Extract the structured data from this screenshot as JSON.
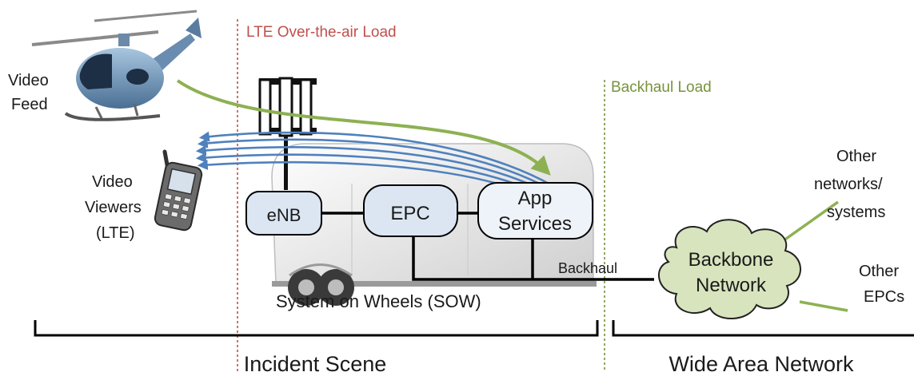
{
  "regions": {
    "lte_load": "LTE Over-the-air Load",
    "backhaul_load": "Backhaul Load",
    "incident_scene": "Incident Scene",
    "wide_area_network": "Wide Area Network"
  },
  "left_labels": {
    "video_feed_1": "Video",
    "video_feed_2": "Feed",
    "viewers_1": "Video",
    "viewers_2": "Viewers",
    "viewers_3": "(LTE)"
  },
  "nodes": {
    "enb": "eNB",
    "epc": "EPC",
    "app_1": "App",
    "app_2": "Services",
    "backbone_1": "Backbone",
    "backbone_2": "Network"
  },
  "links": {
    "backhaul": "Backhaul"
  },
  "trailer_caption": "System on Wheels (SOW)",
  "right_labels": {
    "other_net_1": "Other",
    "other_net_2": "networks/",
    "other_net_3": "systems",
    "other_epc_1": "Other",
    "other_epc_2": "EPCs"
  },
  "colors": {
    "lte_line": "#c0504d",
    "backhaul_line": "#77933c",
    "green_arrow": "#8db152",
    "blue_arrows": "#4f81bd",
    "cloud_fill": "#d7e4bd",
    "node_fill": "#dce6f2",
    "app_fill": "#eef3f9"
  },
  "icons": [
    "helicopter-icon",
    "cell-phone-icon",
    "antenna-tower-icon",
    "trailer-icon",
    "cloud-icon"
  ]
}
